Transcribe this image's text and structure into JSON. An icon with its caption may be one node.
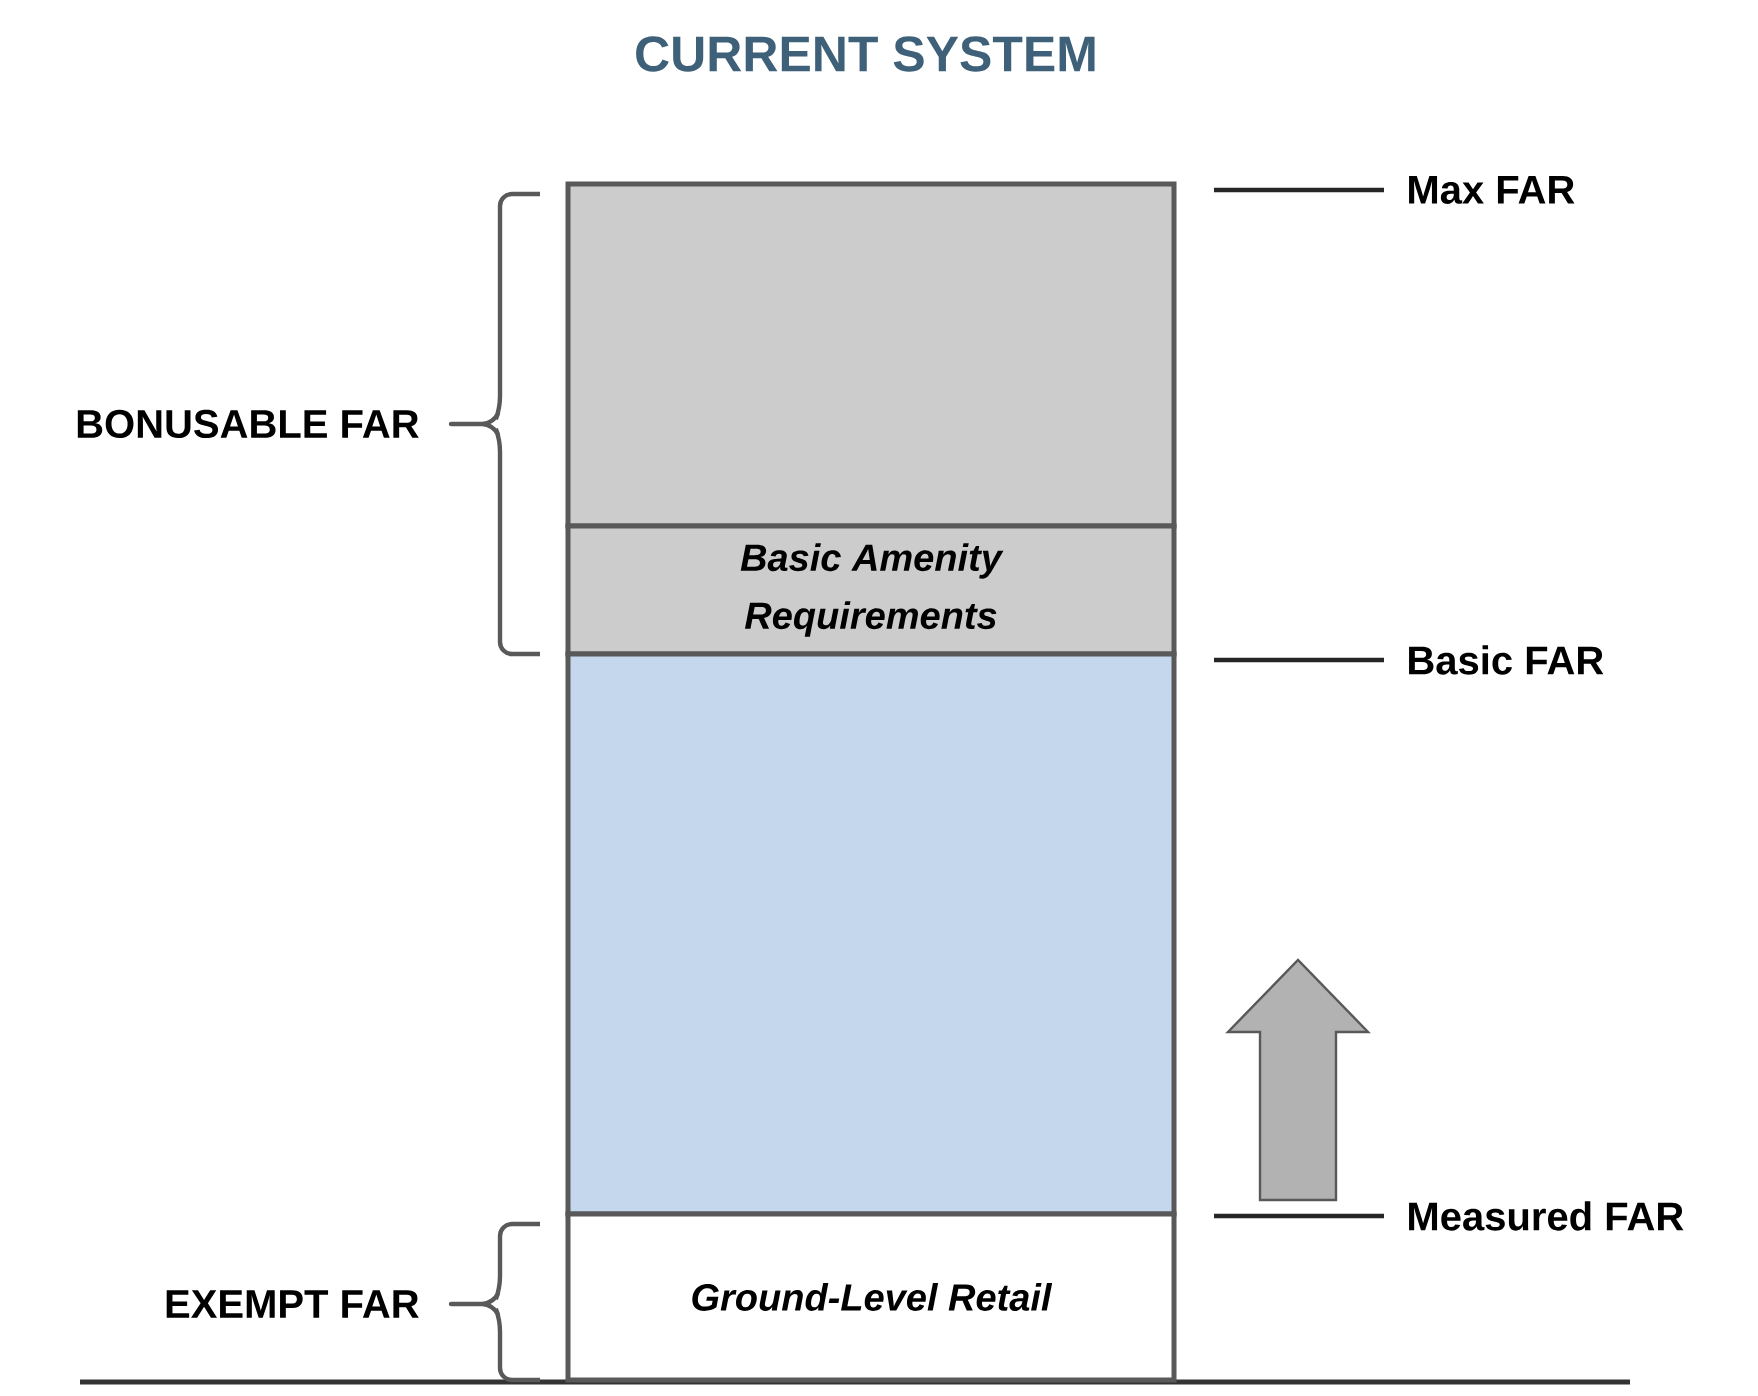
{
  "diagram": {
    "title": "CURRENT SYSTEM",
    "nodes": [
      {
        "text": [],
        "shape": "box"
      },
      {
        "text": [
          "Basic Amenity Requirements"
        ]
      },
      {
        "text": [],
        "shape": "box"
      },
      {
        "text": [
          "Ground-Level Retail"
        ]
      }
    ],
    "labels": [
      "Max FAR",
      "BONUSABLE FAR",
      "Basic FAR",
      "Measured FAR",
      "EXEMPT FAR"
    ]
  }
}
